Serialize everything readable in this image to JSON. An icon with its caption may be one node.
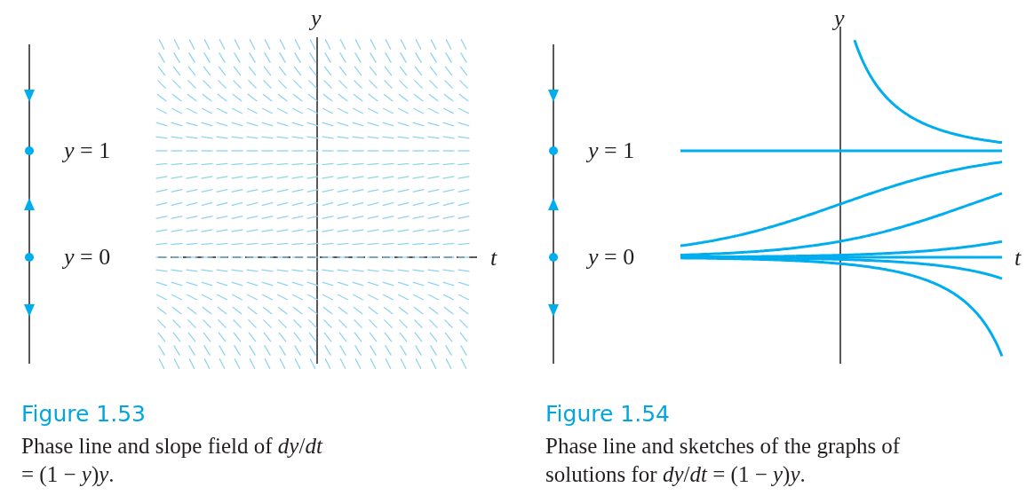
{
  "diagram": {
    "labels": [
      "y",
      "*y* = 1",
      "*y* = 0",
      "t",
      "Figure 1.53",
      "Phase line and slope field of *dy*/*dt* = (1 − *y*)*y*.",
      "y",
      "*y* = 1",
      "*y* = 0",
      "t",
      "Figure 1.54",
      "Phase line and sketches of the graphs of solutions for *dy*/*dt* = (1 − *y*)*y*."
    ]
  }
}
